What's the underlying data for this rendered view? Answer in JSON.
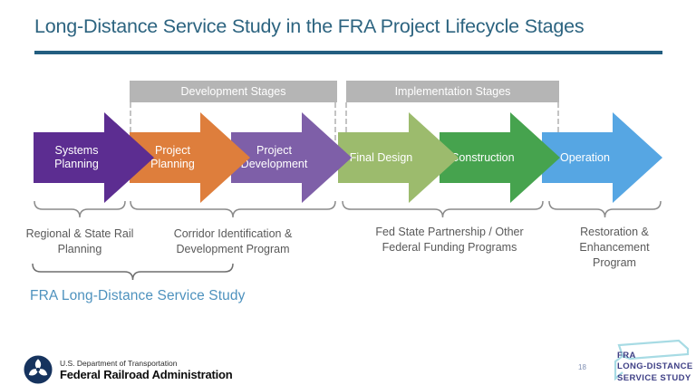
{
  "title": {
    "text": "Long-Distance Service Study in the FRA Project Lifecycle Stages"
  },
  "colors": {
    "accent": "#2d6480",
    "bar_gray": "#b5b5b5",
    "brace_gray": "#8a8a8a",
    "fra_teal": "#4e92be"
  },
  "stage_groups": [
    {
      "label": "Development Stages"
    },
    {
      "label": "Implementation Stages"
    }
  ],
  "stages": [
    {
      "label": "Systems\nPlanning",
      "color": "#5c2d91"
    },
    {
      "label": "Project\nPlanning",
      "color": "#de7e3c"
    },
    {
      "label": "Project\nDevelopment",
      "color": "#7e5fa8"
    },
    {
      "label": "Final Design",
      "color": "#9cbb6d"
    },
    {
      "label": "Construction",
      "color": "#46a34e"
    },
    {
      "label": "Operation",
      "color": "#56a6e3"
    }
  ],
  "program_labels": [
    {
      "label": "Regional & State Rail\nPlanning"
    },
    {
      "label": "Corridor Identification &\nDevelopment Program"
    },
    {
      "label": "Fed State Partnership / Other\nFederal Funding Programs"
    },
    {
      "label": "Restoration &\nEnhancement\nProgram"
    }
  ],
  "fra_study": {
    "label": "FRA Long-Distance Service Study"
  },
  "footer": {
    "department": "U.S. Department of Transportation",
    "agency": "Federal Railroad Administration",
    "page_number": "18",
    "logo_text": "FRA\nLONG-DISTANCE\nSERVICE STUDY"
  }
}
